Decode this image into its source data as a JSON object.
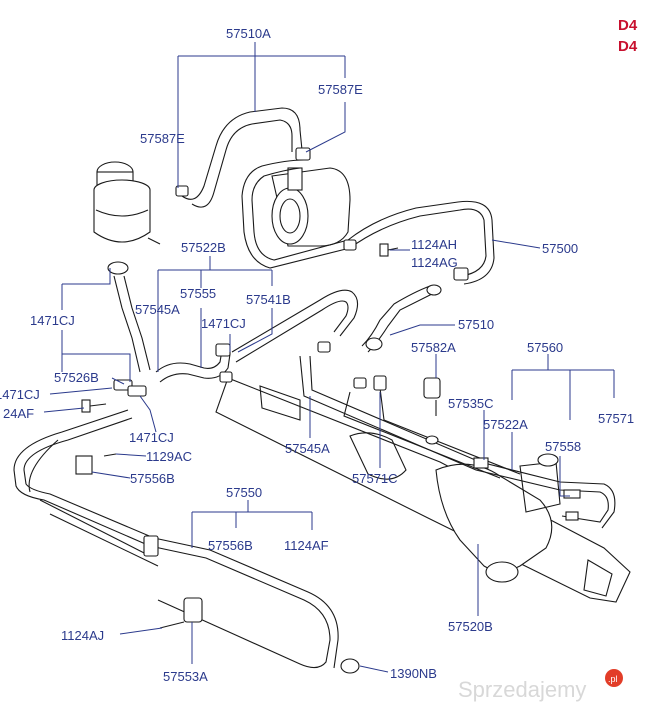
{
  "corner_codes": [
    "D4",
    "D4"
  ],
  "labels": {
    "l57510A": "57510A",
    "l57587E_r": "57587E",
    "l57587E_l": "57587E",
    "l57522B": "57522B",
    "l57555": "57555",
    "l57545A_t": "57545A",
    "l1471CJ_t": "1471CJ",
    "l57541B": "57541B",
    "l1124AH": "1124AH",
    "l1124AG": "1124AG",
    "l57500": "57500",
    "l1471CJ_l": "1471CJ",
    "l57510": "57510",
    "l57582A": "57582A",
    "l57560": "57560",
    "l57526B": "57526B",
    "l1471CJ_ll": "1471CJ",
    "l24AF": "24AF",
    "l57535C": "57535C",
    "l5757x": "57571",
    "l57522A": "57522A",
    "l1471CJ_b": "1471CJ",
    "l1129AC": "1129AC",
    "l57545A_b": "57545A",
    "l57558": "57558",
    "l57556B_a": "57556B",
    "l57571C": "57571C",
    "l57550": "57550",
    "l57556B_b": "57556B",
    "l1124AF": "1124AF",
    "l1124AJ": "1124AJ",
    "l57520B": "57520B",
    "l57553A": "57553A",
    "l1390NB": "1390NB"
  },
  "watermark": "Sprzedajemy",
  "watermark_suffix": ".pl"
}
